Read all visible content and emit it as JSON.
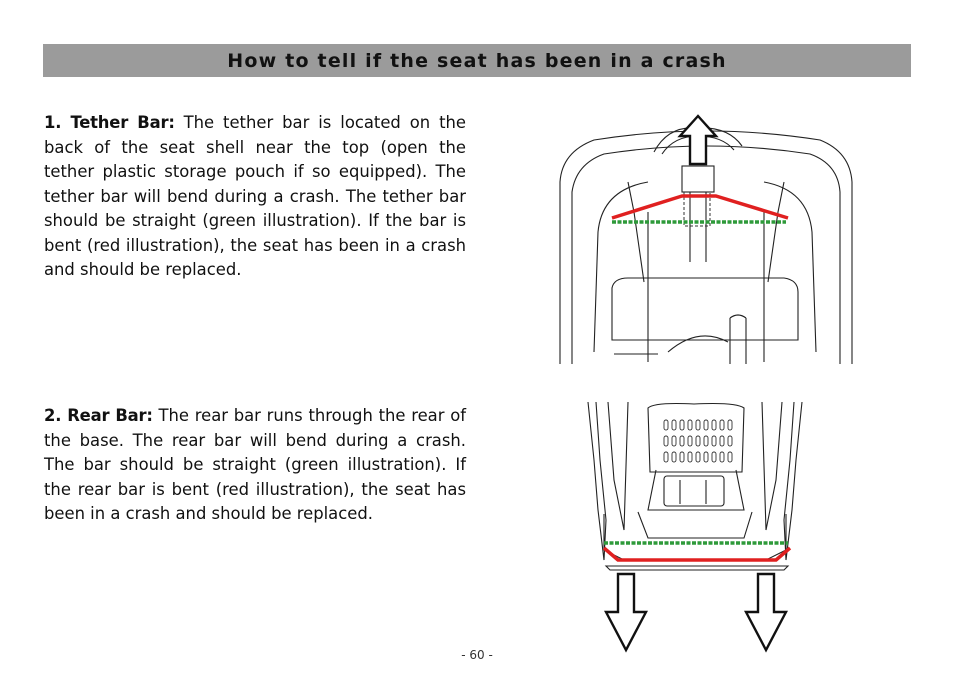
{
  "header": {
    "title": "How to tell if the seat has been in a crash"
  },
  "sections": [
    {
      "label": "1. Tether Bar:",
      "text": " The tether bar is located on the back of the seat shell near the top (open the tether plastic storage pouch if so equipped). The tether bar will bend during a crash. The tether bar should be straight  (green illustration). If the bar is bent (red illustration), the seat has been in a crash and should be replaced."
    },
    {
      "label": "2. Rear Bar:",
      "text": " The rear bar runs through the rear of the base. The rear bar will bend during a crash. The bar should be straight (green illustration). If the rear bar is bent (red illustration), the seat has been in a crash and should be replaced."
    }
  ],
  "footer": {
    "page_number": "- 60 -"
  },
  "colors": {
    "header_bg": "#9b9b9b",
    "straight_bar": "#2e9a3a",
    "bent_bar": "#e02020"
  },
  "icons": [
    "arrow-up-icon",
    "arrow-down-icon"
  ]
}
